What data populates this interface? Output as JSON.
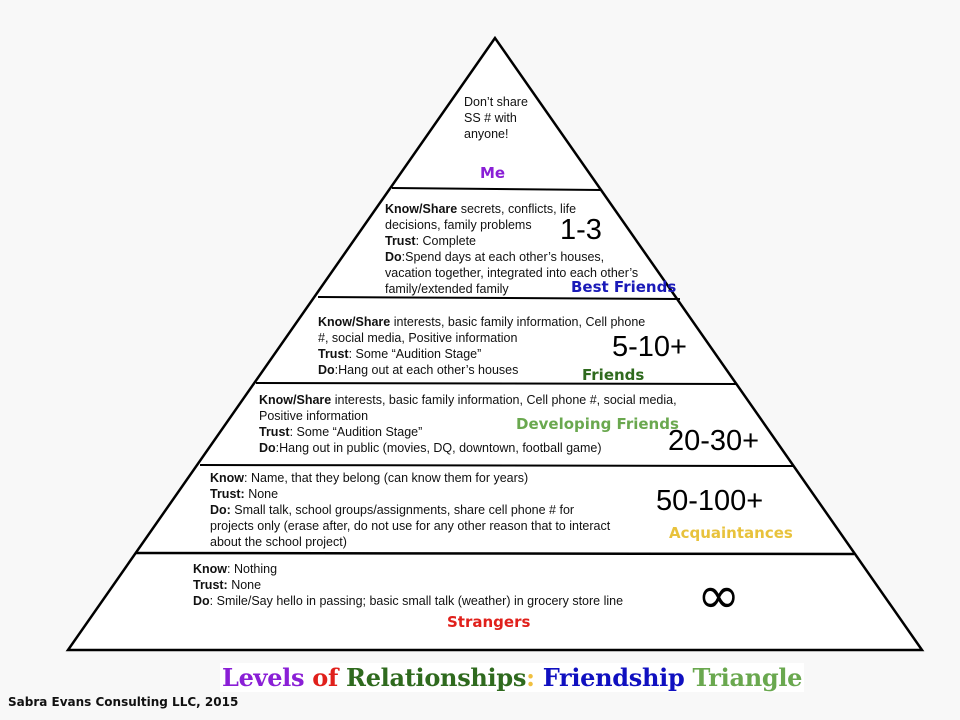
{
  "tiers": [
    {
      "id": "me",
      "label": "Me",
      "label_color": "#8a1fd6",
      "count": "",
      "lines": [
        [
          "",
          "Don’t share"
        ],
        [
          "",
          "SS # with"
        ],
        [
          "",
          "anyone!"
        ]
      ]
    },
    {
      "id": "best-friends",
      "label": "Best Friends",
      "label_color": "#1a1ab8",
      "count": "1-3",
      "lines": [
        [
          "Know/Share",
          " secrets, conflicts, life"
        ],
        [
          "",
          "decisions, family problems"
        ],
        [
          "Trust",
          ": Complete"
        ],
        [
          "Do",
          ":Spend days at each other’s houses,"
        ],
        [
          "",
          "vacation together, integrated into each other’s"
        ],
        [
          "",
          "family/extended family"
        ]
      ]
    },
    {
      "id": "friends",
      "label": "Friends",
      "label_color": "#2f6a1e",
      "count": "5-10+",
      "lines": [
        [
          "Know/Share",
          " interests, basic family information, Cell phone"
        ],
        [
          "",
          "#, social media, Positive information"
        ],
        [
          "Trust",
          ": Some “Audition Stage”"
        ],
        [
          "Do",
          ":Hang out at each other’s houses"
        ]
      ]
    },
    {
      "id": "developing-friends",
      "label": "Developing Friends",
      "label_color": "#6aa84f",
      "count": "20-30+",
      "lines": [
        [
          "Know/Share",
          " interests, basic family information, Cell phone #, social media,"
        ],
        [
          "",
          "Positive information"
        ],
        [
          "Trust",
          ": Some “Audition Stage”"
        ],
        [
          "Do",
          ":Hang out in public (movies, DQ, downtown, football game)"
        ]
      ]
    },
    {
      "id": "acquaintances",
      "label": "Acquaintances",
      "label_color": "#e8c23c",
      "count": "50-100+",
      "lines": [
        [
          "Know",
          ": Name, that they belong (can know them for years)"
        ],
        [
          "Trust:",
          " None"
        ],
        [
          "Do:",
          " Small talk, school groups/assignments, share cell phone # for"
        ],
        [
          "",
          "projects only (erase after, do not use for any other reason that to interact"
        ],
        [
          "",
          "about the school project)"
        ]
      ]
    },
    {
      "id": "strangers",
      "label": "Strangers",
      "label_color": "#e0201b",
      "count": "∞",
      "lines": [
        [
          "Know",
          ": Nothing"
        ],
        [
          "Trust:",
          " None"
        ],
        [
          "Do",
          ": Smile/Say hello in passing; basic small talk (weather) in grocery store line"
        ]
      ]
    }
  ],
  "title": {
    "parts": [
      {
        "text": "Levels ",
        "color": "#8a1fd6"
      },
      {
        "text": "of ",
        "color": "#e0201b"
      },
      {
        "text": "Relationships",
        "color": "#2f6a1e"
      },
      {
        "text": ": ",
        "color": "#f0c040"
      },
      {
        "text": "Friendship ",
        "color": "#1010c0"
      },
      {
        "text": "Triangle",
        "color": "#6aa84f"
      }
    ]
  },
  "credit": "Sabra Evans Consulting LLC, 2015"
}
